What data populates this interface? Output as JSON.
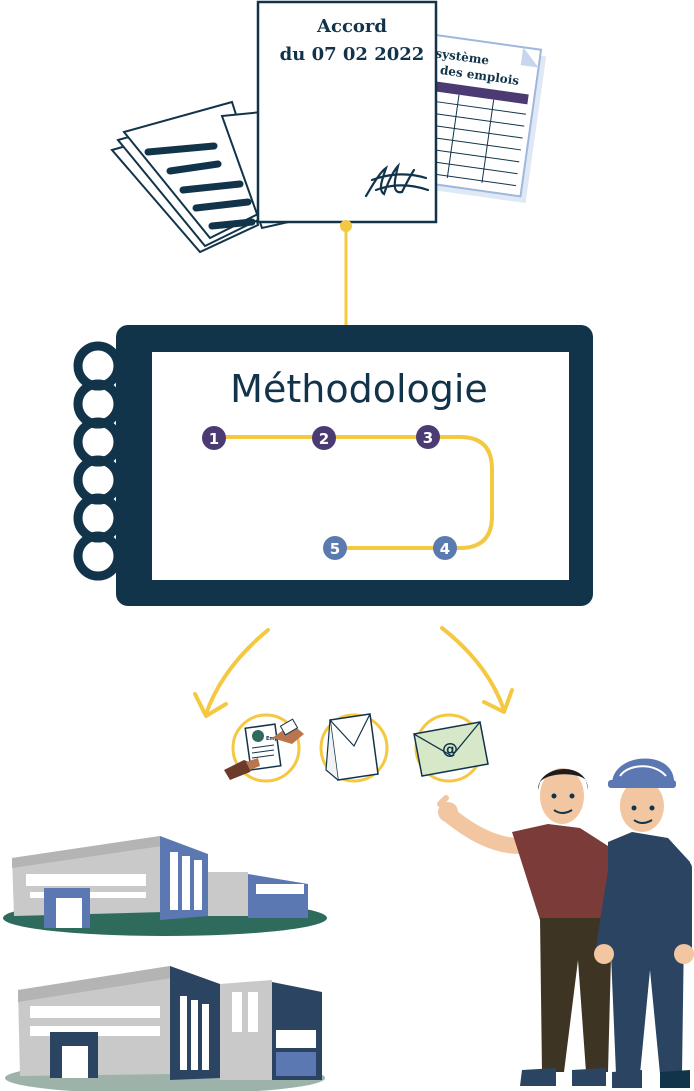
{
  "document": {
    "title_line1": "Accord",
    "title_line2": "du 07 02 2022"
  },
  "table_sheet": {
    "title_line1": "système",
    "title_line2": "n des emplois"
  },
  "tablet": {
    "title": "Méthodologie",
    "steps": [
      "1",
      "2",
      "3",
      "4",
      "5"
    ]
  },
  "icons": {
    "hand_paper_label": "Emploi",
    "envelope_symbol": "@"
  },
  "colors": {
    "navy": "#12344a",
    "yellow": "#f5c842",
    "purple": "#4b3b72",
    "blue": "#5b7ab0",
    "building_blue": "#5b78b3",
    "building_dark": "#2b4462",
    "green": "#2e6b5c"
  }
}
